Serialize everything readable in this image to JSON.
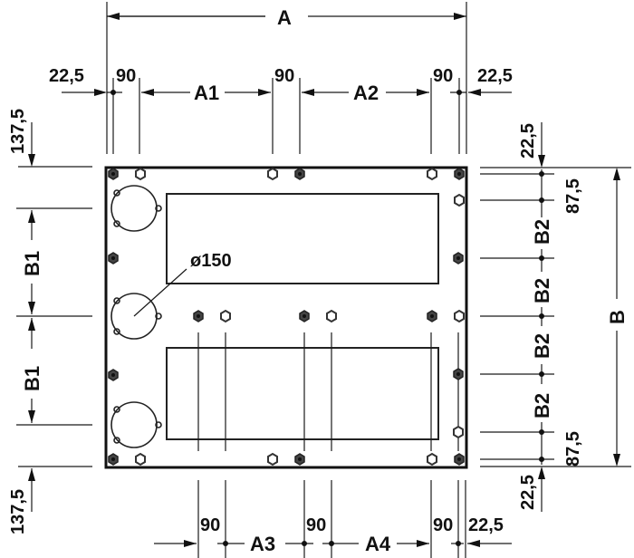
{
  "drawing": {
    "title": "Mounting plate dimension drawing",
    "colors": {
      "line": "#1a1a1a",
      "background": "#ffffff"
    }
  },
  "labels": {
    "A": "A",
    "A1": "A1",
    "A2": "A2",
    "A3": "A3",
    "A4": "A4",
    "B": "B",
    "B1_top": "B1",
    "B1_bottom": "B1",
    "B2_1": "B2",
    "B2_2": "B2",
    "B2_3": "B2",
    "B2_4": "B2",
    "top_left_offset": "22,5",
    "top_right_offset": "22,5",
    "top_90_1": "90",
    "top_90_2": "90",
    "top_90_3": "90",
    "bottom_90_1": "90",
    "bottom_90_2": "90",
    "bottom_90_3": "90",
    "bottom_right_offset": "22,5",
    "left_top_margin": "137,5",
    "left_bottom_margin": "137,5",
    "right_top_offset": "22,5",
    "right_bottom_offset": "22,5",
    "right_top_87": "87,5",
    "right_bottom_87": "87,5",
    "diameter": "ø150"
  },
  "dimensions": {
    "offset": "22,5",
    "hole_spacing": "90",
    "margin": "137,5",
    "edge_spacing": "87,5",
    "duct_diameter": "ø150"
  }
}
